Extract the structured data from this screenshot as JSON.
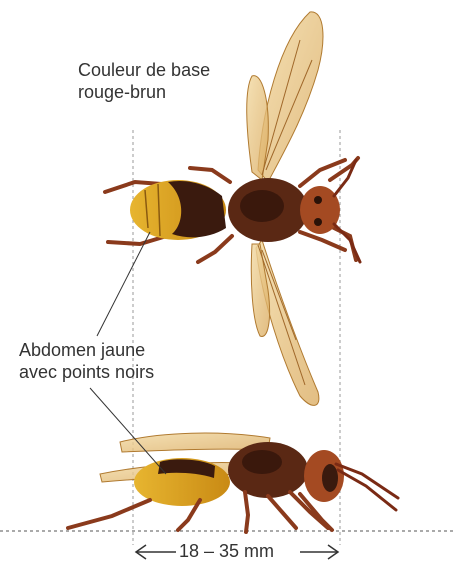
{
  "labels": {
    "base_color": [
      "Couleur de base",
      "rouge-brun"
    ],
    "abdomen": [
      "Abdomen jaune",
      "avec points noirs"
    ]
  },
  "size_range": {
    "text": "18 – 35 mm"
  },
  "colors": {
    "text": "#333333",
    "guide_lines": "#9a9a9a",
    "abdomen_yellow": "#d9a520",
    "body_red_brown": "#7a2a14",
    "wing_amber": "#e8c78a"
  }
}
